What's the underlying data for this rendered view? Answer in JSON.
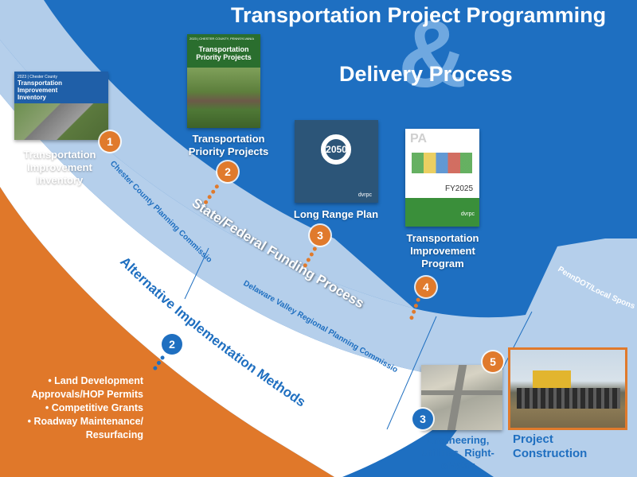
{
  "title": {
    "line1": "Transportation Project Programming",
    "amp": "&",
    "line2": "Delivery Process"
  },
  "steps": [
    {
      "num": "1",
      "label": "Transportation Improvement Inventory",
      "cover": {
        "county": "2023 | Chester County",
        "title": "Transportation Improvement Inventory"
      }
    },
    {
      "num": "2",
      "label": "Transportation Priority Projects",
      "cover": {
        "county": "2023 | CHESTER COUNTY, PENNSYLVANIA",
        "title": "Transportation Priority Projects"
      }
    },
    {
      "num": "3",
      "label": "Long Range Plan",
      "cover": {
        "year": "2050",
        "org": "dvrpc"
      }
    },
    {
      "num": "4",
      "label": "Transportation Improvement Program",
      "cover": {
        "state": "PA",
        "fy": "FY2025",
        "org": "dvrpc"
      }
    },
    {
      "num": "5",
      "label": "Project Construction"
    }
  ],
  "band_labels": {
    "funding": "State/Federal Funding Process",
    "alternative": "Alternative Implementation Methods",
    "ccpc": "Chester County Planning Commission",
    "dvrpc": "Delaware Valley Regional Planning Commission",
    "penndot": "PennDOT/Local Sponsor"
  },
  "alt": {
    "num": "2",
    "methods": [
      "Land Development Approvals/HOP Permits",
      "Competitive Grants",
      "Roadway Maintenance/ Resurfacing"
    ]
  },
  "engineering": {
    "num": "3",
    "label": "Engineering, Utilities, Right-of-Way"
  },
  "colors": {
    "blue": "#1e6fc1",
    "light_blue": "#b3cdea",
    "orange": "#e07a2c",
    "white": "#ffffff",
    "text_blue": "#1f6fc0"
  }
}
